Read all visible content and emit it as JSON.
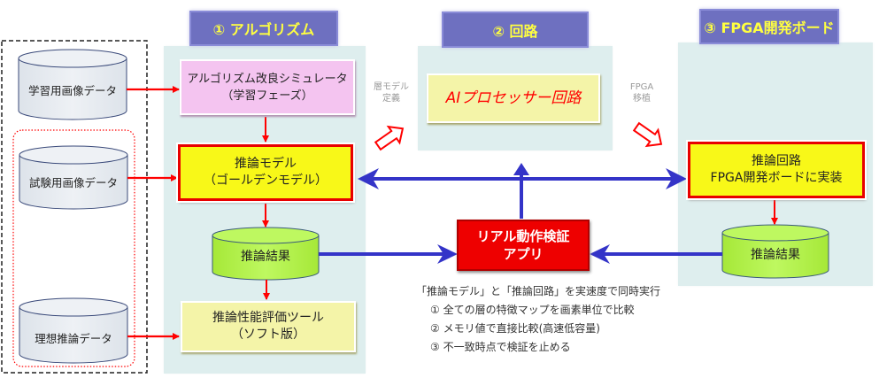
{
  "headers": {
    "algorithm": "① アルゴリズム",
    "circuit": "② 回路",
    "fpga_board": "③ FPGA開発ボード"
  },
  "data_sources": {
    "training_images": "学習用画像データ",
    "test_images": "試験用画像データ",
    "ideal_inference": "理想推論データ"
  },
  "algorithm": {
    "simulator_line1": "アルゴリズム改良シミュレータ",
    "simulator_line2": "（学習フェーズ）",
    "model_line1": "推論モデル",
    "model_line2": "（ゴールデンモデル）",
    "result": "推論結果",
    "eval_line1": "推論性能評価ツール",
    "eval_line2": "（ソフト版）"
  },
  "circuit": {
    "processor": "AIプロセッサー回路"
  },
  "fpga": {
    "circuit_line1": "推論回路",
    "circuit_line2": "FPGA開発ボードに実装",
    "result": "推論結果"
  },
  "transitions": {
    "layer_model_line1": "層モデル",
    "layer_model_line2": "定義",
    "fpga_port_line1": "FPGA",
    "fpga_port_line2": "移植"
  },
  "verify_app": {
    "line1": "リアル動作検証",
    "line2": "アプリ"
  },
  "description": {
    "title": "「推論モデル」と「推論回路」を実速度で同時実行",
    "items": [
      "① 全ての層の特徴マップを画素単位で比較",
      "② メモリ値で直接比較(高速低容量)",
      "③ 不一致時点で検証を止める"
    ]
  },
  "colors": {
    "header_bg": "#6e70c0",
    "header_text": "#ffff40",
    "panel_bg": "#deeeee",
    "arrow_red": "#ff0000",
    "arrow_blue": "#3434c8",
    "result_green": "#b0f040"
  }
}
